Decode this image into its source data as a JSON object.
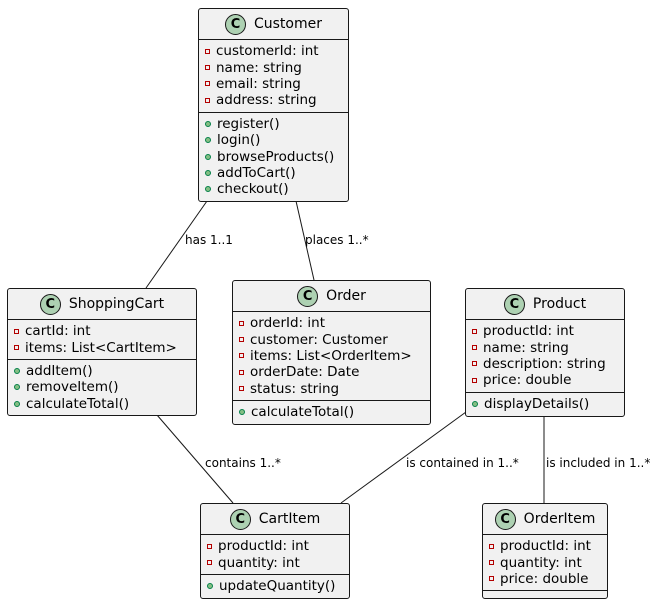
{
  "classes": {
    "customer": {
      "name": "Customer",
      "attributes": [
        "customerId: int",
        "name: string",
        "email: string",
        "address: string"
      ],
      "methods": [
        "register()",
        "login()",
        "browseProducts()",
        "addToCart()",
        "checkout()"
      ]
    },
    "shoppingcart": {
      "name": "ShoppingCart",
      "attributes": [
        "cartId: int",
        "items: List<CartItem>"
      ],
      "methods": [
        "addItem()",
        "removeItem()",
        "calculateTotal()"
      ]
    },
    "order": {
      "name": "Order",
      "attributes": [
        "orderId: int",
        "customer: Customer",
        "items: List<OrderItem>",
        "orderDate: Date",
        "status: string"
      ],
      "methods": [
        "calculateTotal()"
      ]
    },
    "product": {
      "name": "Product",
      "attributes": [
        "productId: int",
        "name: string",
        "description: string",
        "price: double"
      ],
      "methods": [
        "displayDetails()"
      ]
    },
    "cartitem": {
      "name": "CartItem",
      "attributes": [
        "productId: int",
        "quantity: int"
      ],
      "methods": [
        "updateQuantity()"
      ]
    },
    "orderitem": {
      "name": "OrderItem",
      "attributes": [
        "productId: int",
        "quantity: int",
        "price: double"
      ],
      "methods": []
    }
  },
  "badge_letter": "C",
  "relations": {
    "has": "has 1..1",
    "places": "places 1..*",
    "contains": "contains 1..*",
    "contained": "is contained in 1..*",
    "included": "is included in 1..*"
  },
  "colors": {
    "box_fill": "#f1f1f1",
    "border": "#181818",
    "badge": "#add1b2",
    "private_marker": "#b30000",
    "public_marker": "#84be84"
  }
}
